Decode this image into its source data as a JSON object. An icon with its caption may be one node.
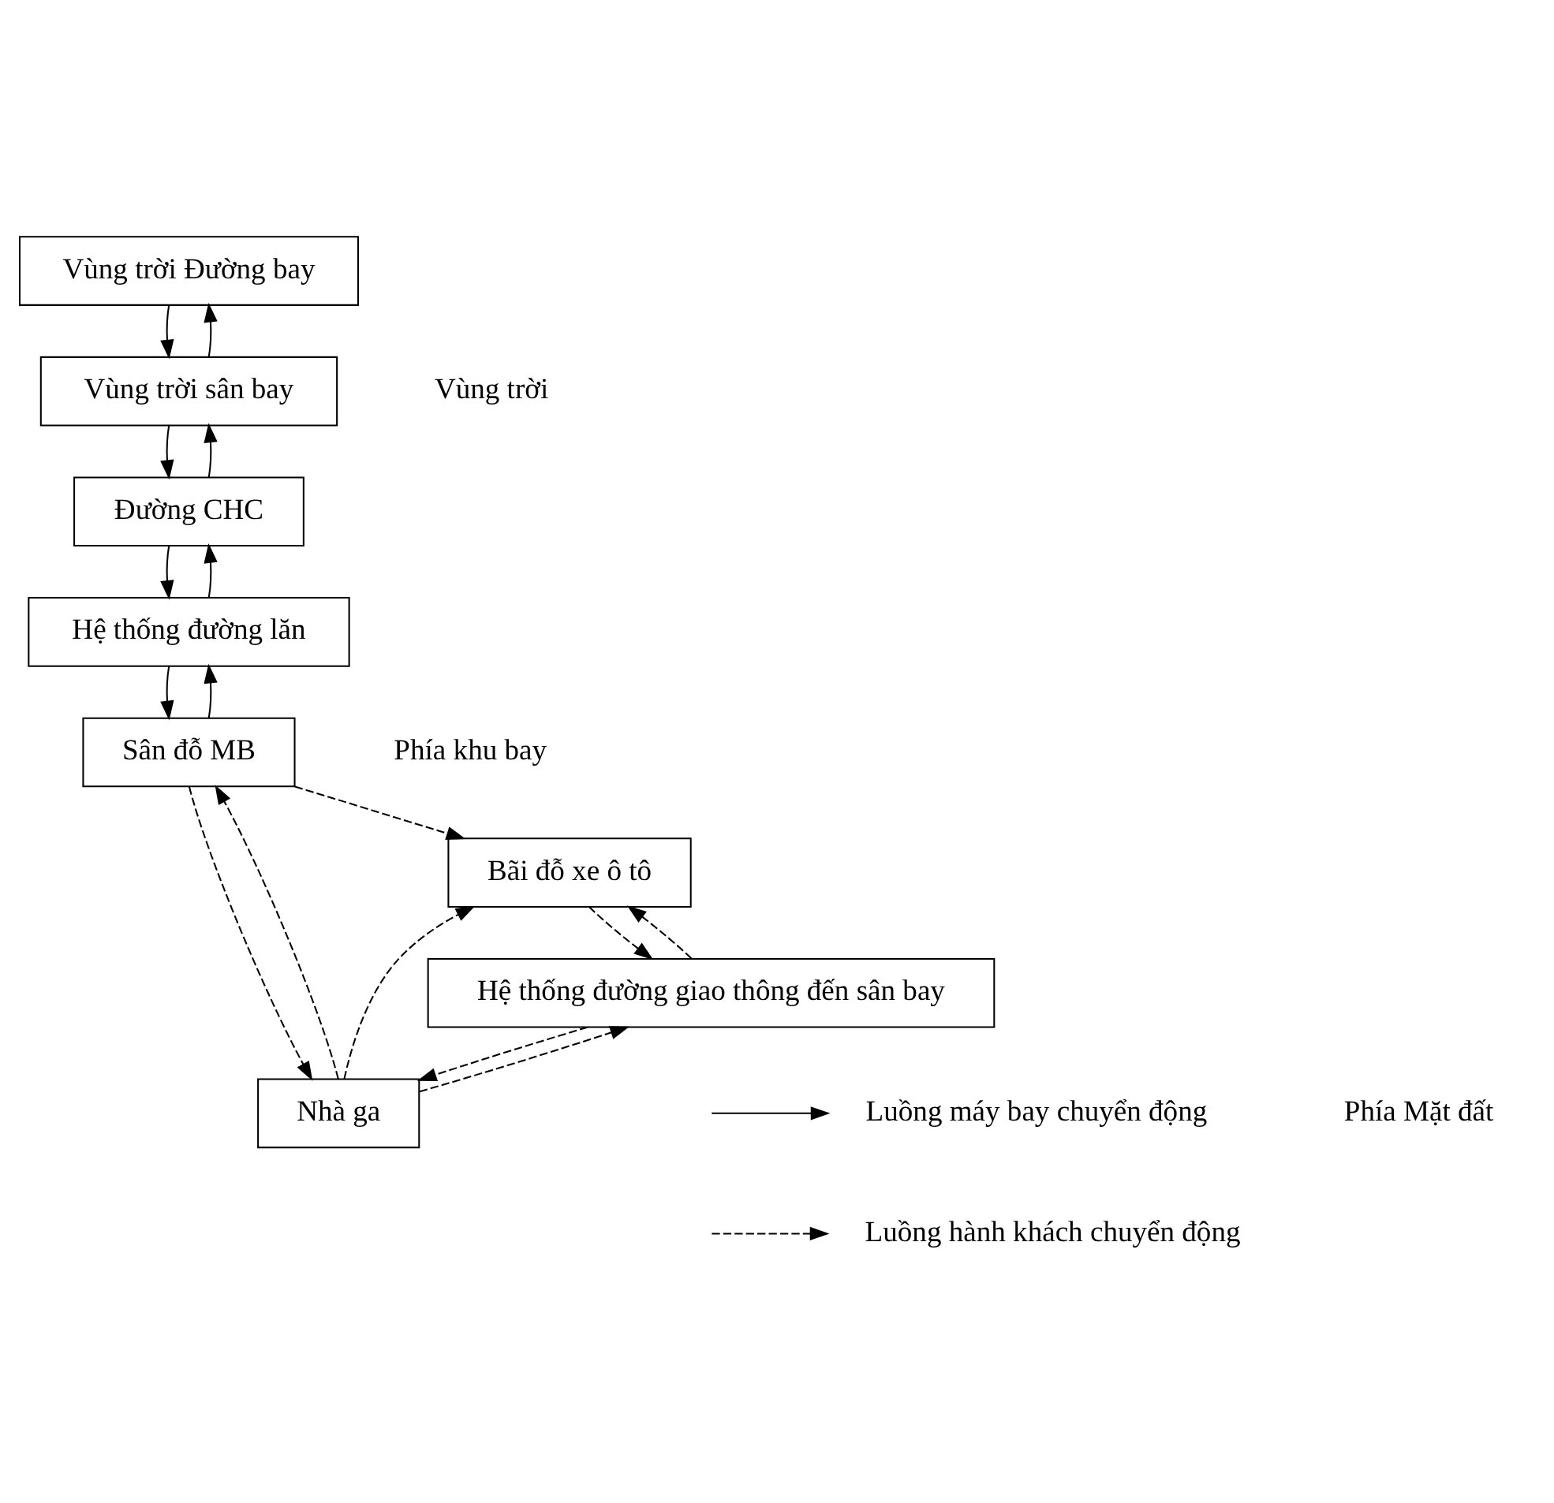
{
  "diagram": {
    "nodes": [
      {
        "text": [
          "Vùng trời Đường bay"
        ]
      },
      {
        "text": [
          "Vùng trời sân bay"
        ]
      },
      {
        "text": [
          "Đường CHC"
        ]
      },
      {
        "text": [
          "Hệ thống đường lăn"
        ]
      },
      {
        "text": [
          "Sân đỗ MB"
        ]
      },
      {
        "text": [
          "Nhà ga"
        ]
      },
      {
        "text": [
          "Bãi đỗ xe ô tô"
        ]
      },
      {
        "text": [
          "Hệ thống đường giao thông đến sân bay"
        ]
      }
    ],
    "edges": [
      {
        "from": 0,
        "to": 1,
        "arrow": "to"
      },
      {
        "from": 1,
        "to": 0,
        "arrow": "to"
      },
      {
        "from": 1,
        "to": 2,
        "arrow": "to"
      },
      {
        "from": 2,
        "to": 1,
        "arrow": "to"
      },
      {
        "from": 2,
        "to": 3,
        "arrow": "to"
      },
      {
        "from": 3,
        "to": 2,
        "arrow": "to"
      },
      {
        "from": 3,
        "to": 4,
        "arrow": "to"
      },
      {
        "from": 4,
        "to": 3,
        "arrow": "to"
      },
      {
        "from": 4,
        "to": 5,
        "arrow": "to",
        "style": "dashed"
      },
      {
        "from": 5,
        "to": 4,
        "arrow": "to",
        "style": "dashed"
      },
      {
        "from": 4,
        "to": 6,
        "arrow": "to",
        "style": "dashed"
      },
      {
        "from": 5,
        "to": 6,
        "arrow": "to",
        "style": "dashed"
      },
      {
        "from": 7,
        "to": 5,
        "arrow": "to",
        "style": "dashed"
      },
      {
        "from": 7,
        "to": 6,
        "arrow": "to",
        "style": "dashed"
      },
      {
        "from": 5,
        "to": 7,
        "arrow": "to",
        "style": "dashed"
      },
      {
        "from": 6,
        "to": 7,
        "arrow": "to",
        "style": "dashed"
      }
    ],
    "labels": [
      "Vùng trời",
      "Phía khu bay",
      "Phía Mặt đất"
    ],
    "legend": [
      {
        "text": "Luồng máy bay chuyển động"
      },
      {
        "text": "Luồng hành khách chuyển động"
      }
    ]
  }
}
